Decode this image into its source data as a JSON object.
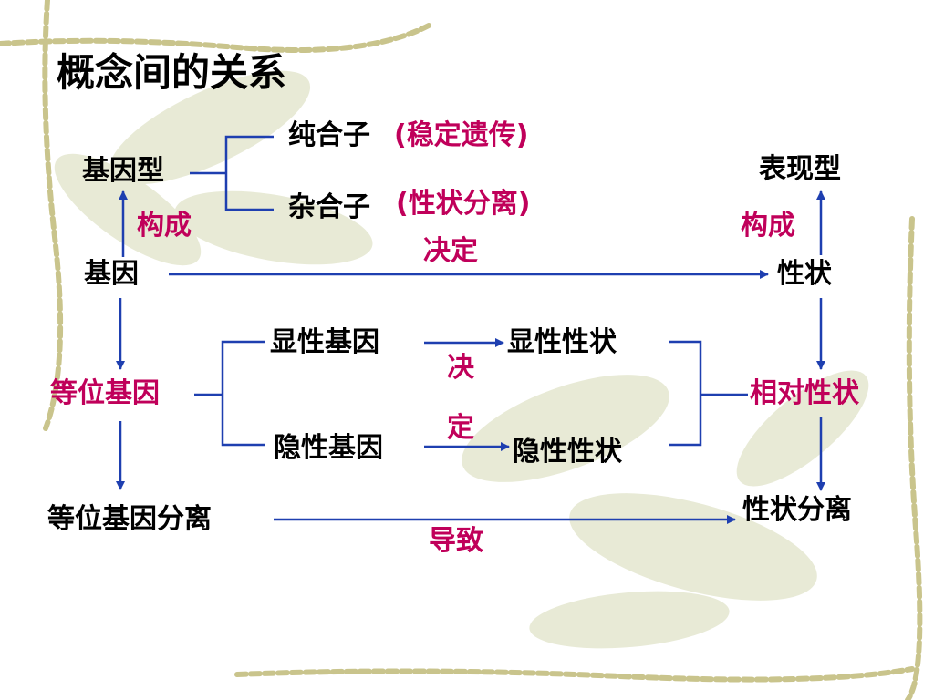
{
  "title": "概念间的关系",
  "nodes": {
    "genotype": "基因型",
    "homozygote": "纯合子",
    "homozygote_note": "(稳定遗传)",
    "heterozygote": "杂合子",
    "heterozygote_note": "(性状分离)",
    "phenotype": "表现型",
    "gene": "基因",
    "trait": "性状",
    "dominant_gene": "显性基因",
    "dominant_trait": "显性性状",
    "recessive_gene": "隐性基因",
    "recessive_trait": "隐性性状",
    "allele": "等位基因",
    "relative_trait": "相对性状",
    "allele_separation": "等位基因分离",
    "trait_separation": "性状分离"
  },
  "relations": {
    "constitute_left": "构成",
    "constitute_right": "构成",
    "determine": "决定",
    "determine_top": "决",
    "determine_bottom": "定",
    "lead_to": "导致"
  },
  "colors": {
    "line": "#1e3fb0",
    "relation_text": "#c0005a",
    "node_text": "#000000",
    "leaf_fill": "#dfe3c8",
    "border_vine": "#c9c48c"
  },
  "icons": {
    "background": "leaf-branch-decoration"
  }
}
